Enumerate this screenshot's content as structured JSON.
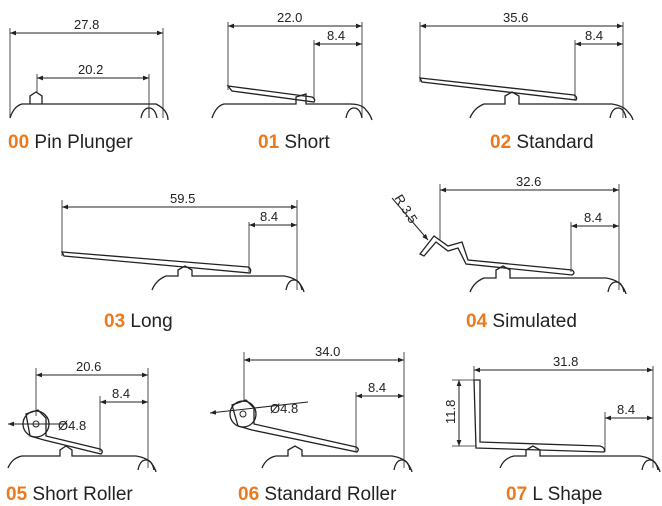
{
  "colors": {
    "accent": "#ec7a1c",
    "line": "#222222",
    "background": "#ffffff"
  },
  "items": [
    {
      "code": "00",
      "name": "Pin Plunger",
      "dims": [
        "27.8",
        "20.2"
      ]
    },
    {
      "code": "01",
      "name": "Short",
      "dims": [
        "22.0",
        "8.4"
      ]
    },
    {
      "code": "02",
      "name": "Standard",
      "dims": [
        "35.6",
        "8.4"
      ]
    },
    {
      "code": "03",
      "name": "Long",
      "dims": [
        "59.5",
        "8.4"
      ]
    },
    {
      "code": "04",
      "name": "Simulated",
      "dims": [
        "32.6",
        "8.4",
        "R 3.5"
      ]
    },
    {
      "code": "05",
      "name": "Short Roller",
      "dims": [
        "20.6",
        "8.4",
        "Ø4.8"
      ]
    },
    {
      "code": "06",
      "name": "Standard Roller",
      "dims": [
        "34.0",
        "8.4",
        "Ø4.8"
      ]
    },
    {
      "code": "07",
      "name": "L Shape",
      "dims": [
        "31.8",
        "8.4",
        "11.8"
      ]
    }
  ]
}
